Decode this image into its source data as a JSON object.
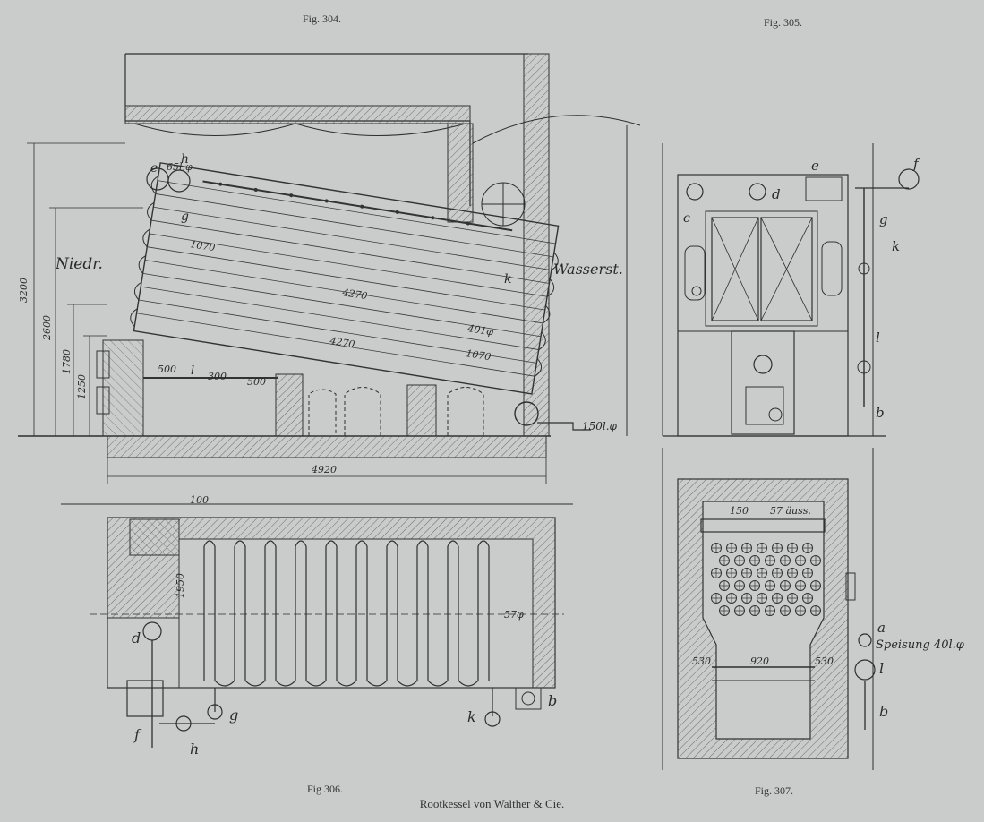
{
  "figures": {
    "fig304": "Fig. 304.",
    "fig305": "Fig. 305.",
    "fig306": "Fig 306.",
    "fig307": "Fig. 307."
  },
  "caption": "Rootkessel von Walther & Cie.",
  "fig304_labels": {
    "niedr": "Niedr.",
    "wasserst": "Wasserst.",
    "pipe_top": "65l.φ",
    "pipe_bottom": "150l.φ",
    "tube_upper": "1070",
    "tube_mid": "4270",
    "tube_lower": "4270",
    "tube_right": "1070",
    "d401": "401φ",
    "len_total": "4920",
    "h3200": "3200",
    "h2600": "2600",
    "h1780": "1780",
    "h1250": "1250",
    "s500a": "500",
    "s300": "300",
    "s500b": "500",
    "letters": {
      "e": "e",
      "h": "h",
      "g": "g",
      "k": "k",
      "l": "l"
    }
  },
  "fig305_labels": {
    "letters": {
      "c": "c",
      "d": "d",
      "e": "e",
      "f": "f",
      "g": "g",
      "k": "k",
      "l": "l",
      "b": "b"
    }
  },
  "fig306_labels": {
    "w100": "100",
    "h1950": "1950",
    "d57": "57φ",
    "letters": {
      "d": "d",
      "g": "g",
      "f": "f",
      "h": "h",
      "k": "k",
      "b": "b"
    }
  },
  "fig307_labels": {
    "w150": "150",
    "w57": "57 äuss.",
    "w530a": "530",
    "w920": "920",
    "w530b": "530",
    "speisung": "Speisung 40l.φ",
    "letters": {
      "a": "a",
      "l": "l",
      "b": "b"
    }
  }
}
